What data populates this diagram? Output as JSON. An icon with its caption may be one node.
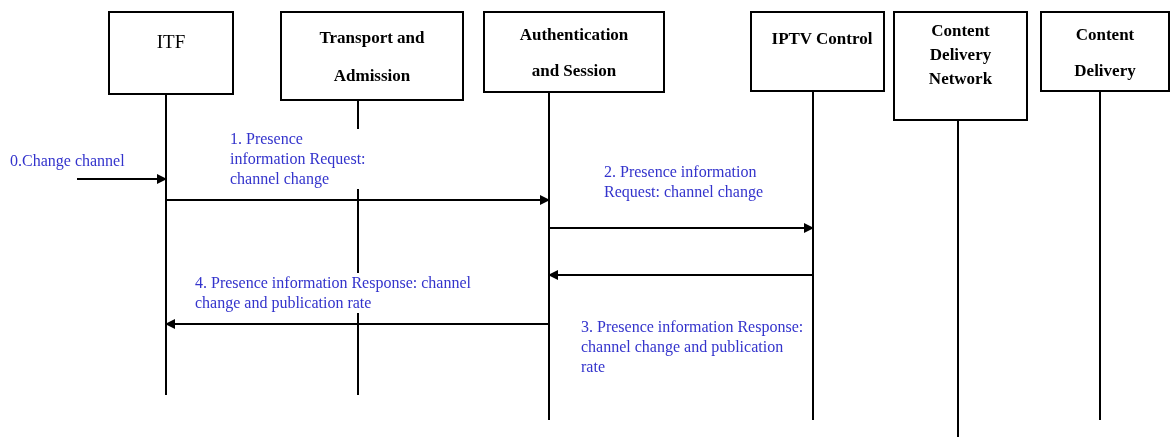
{
  "diagram": {
    "nodes": [
      {
        "text": [
          "ITF"
        ]
      },
      {
        "text": [
          "Transport and Admission"
        ]
      },
      {
        "text": [
          "Authentication and Session"
        ]
      },
      {
        "text": [
          "IPTV Control"
        ]
      },
      {
        "text": [
          "Content Delivery Network"
        ]
      },
      {
        "text": [
          "Content Delivery"
        ]
      }
    ],
    "edges": [
      {
        "from": null,
        "to": 0,
        "arrow": "to",
        "label": "0.Change channel"
      },
      {
        "from": 0,
        "to": 2,
        "arrow": "to",
        "label": "1. Presence information Request: channel change"
      },
      {
        "from": 2,
        "to": 3,
        "arrow": "to",
        "label": "2. Presence information Request: channel change"
      },
      {
        "from": 3,
        "to": 2,
        "arrow": "to",
        "label": "3. Presence information Response: channel change and publication rate"
      },
      {
        "from": 2,
        "to": 0,
        "arrow": "to",
        "label": "4. Presence information Response: channel change and publication rate"
      }
    ]
  }
}
